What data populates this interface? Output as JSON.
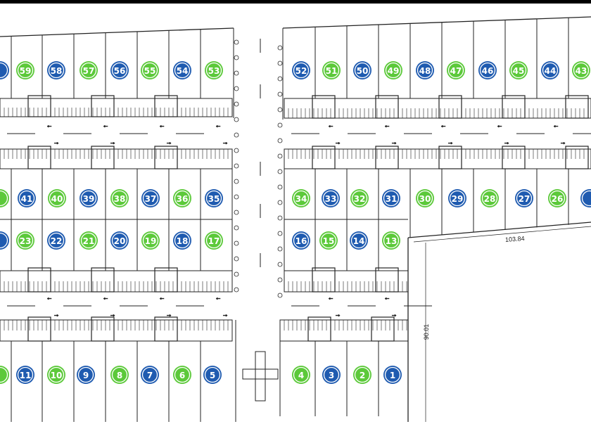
{
  "colors": {
    "green": "#5cc93a",
    "blue": "#1f5bb0",
    "line": "#222222"
  },
  "rows": {
    "row1_left": [
      {
        "n": "",
        "c": "blue"
      },
      {
        "n": "59",
        "c": "green"
      },
      {
        "n": "58",
        "c": "blue"
      },
      {
        "n": "57",
        "c": "green"
      },
      {
        "n": "56",
        "c": "blue"
      },
      {
        "n": "55",
        "c": "green"
      },
      {
        "n": "54",
        "c": "blue"
      },
      {
        "n": "53",
        "c": "green"
      }
    ],
    "row1_right": [
      {
        "n": "52",
        "c": "blue"
      },
      {
        "n": "51",
        "c": "green"
      },
      {
        "n": "50",
        "c": "blue"
      },
      {
        "n": "49",
        "c": "green"
      },
      {
        "n": "48",
        "c": "blue"
      },
      {
        "n": "47",
        "c": "green"
      },
      {
        "n": "46",
        "c": "blue"
      },
      {
        "n": "45",
        "c": "green"
      },
      {
        "n": "44",
        "c": "blue"
      },
      {
        "n": "43",
        "c": "green"
      }
    ],
    "row2_left": [
      {
        "n": "",
        "c": "green"
      },
      {
        "n": "41",
        "c": "blue"
      },
      {
        "n": "40",
        "c": "green"
      },
      {
        "n": "39",
        "c": "blue"
      },
      {
        "n": "38",
        "c": "green"
      },
      {
        "n": "37",
        "c": "blue"
      },
      {
        "n": "36",
        "c": "green"
      },
      {
        "n": "35",
        "c": "blue"
      }
    ],
    "row2_right": [
      {
        "n": "34",
        "c": "green"
      },
      {
        "n": "33",
        "c": "blue"
      },
      {
        "n": "32",
        "c": "green"
      },
      {
        "n": "31",
        "c": "blue"
      },
      {
        "n": "30",
        "c": "green"
      },
      {
        "n": "29",
        "c": "blue"
      },
      {
        "n": "28",
        "c": "green"
      },
      {
        "n": "27",
        "c": "blue"
      },
      {
        "n": "26",
        "c": "green"
      },
      {
        "n": "",
        "c": "blue"
      }
    ],
    "row3_left": [
      {
        "n": "",
        "c": "blue"
      },
      {
        "n": "23",
        "c": "green"
      },
      {
        "n": "22",
        "c": "blue"
      },
      {
        "n": "21",
        "c": "green"
      },
      {
        "n": "20",
        "c": "blue"
      },
      {
        "n": "19",
        "c": "green"
      },
      {
        "n": "18",
        "c": "blue"
      },
      {
        "n": "17",
        "c": "green"
      }
    ],
    "row3_right": [
      {
        "n": "16",
        "c": "blue"
      },
      {
        "n": "15",
        "c": "green"
      },
      {
        "n": "14",
        "c": "blue"
      },
      {
        "n": "13",
        "c": "green"
      }
    ],
    "row4_left": [
      {
        "n": "",
        "c": "green"
      },
      {
        "n": "11",
        "c": "blue"
      },
      {
        "n": "10",
        "c": "green"
      },
      {
        "n": "9",
        "c": "blue"
      },
      {
        "n": "8",
        "c": "green"
      },
      {
        "n": "7",
        "c": "blue"
      },
      {
        "n": "6",
        "c": "green"
      },
      {
        "n": "5",
        "c": "blue"
      }
    ],
    "row4_right": [
      {
        "n": "4",
        "c": "green"
      },
      {
        "n": "3",
        "c": "blue"
      },
      {
        "n": "2",
        "c": "green"
      },
      {
        "n": "1",
        "c": "blue"
      }
    ]
  },
  "dimensions": {
    "width": "103.84",
    "depth": "90.01"
  }
}
